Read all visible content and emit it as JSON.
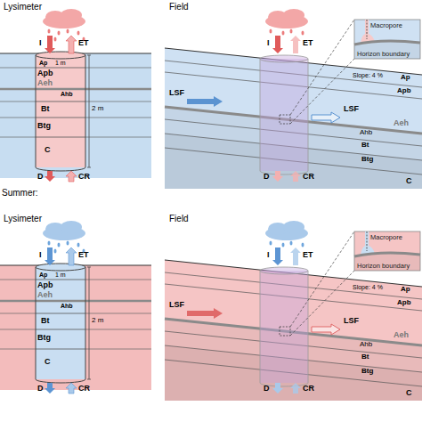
{
  "diagram": {
    "nodes": [
      {
        "text": [
          "Macropore",
          "Horizon boundary"
        ]
      },
      {
        "text": [
          "Macropore",
          "Horizon boundary"
        ]
      }
    ],
    "labels": [
      "Lysimeter",
      "Field",
      "I",
      "ET",
      "Ap",
      "Apb",
      "Aeh",
      "Ahb",
      "Bt",
      "Btg",
      "C",
      "1 m",
      "2 m",
      "D",
      "CR",
      "I",
      "ET",
      "LSF",
      "LSF",
      "Slope: 4 %",
      "Ap",
      "Apb",
      "Ahb",
      "Aeh",
      "Bt",
      "Btg",
      "C",
      "D",
      "CR",
      "Summer:",
      "Lysimeter",
      "Field",
      "I",
      "ET",
      "Ap",
      "Apb",
      "Aeh",
      "Ahb",
      "Bt",
      "Btg",
      "C",
      "1 m",
      "2 m",
      "D",
      "CR",
      "I",
      "ET",
      "LSF",
      "LSF",
      "Slope: 4 %",
      "Ap",
      "Apb",
      "Ahb",
      "Aeh",
      "Bt",
      "Btg",
      "C",
      "D",
      "CR"
    ]
  }
}
